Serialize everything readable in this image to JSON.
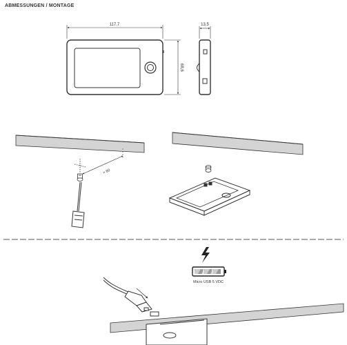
{
  "title": "ABMESSUNGEN / MONTAGE",
  "dimensions": {
    "width": "117,7",
    "height": "68,6",
    "depth": "13,5",
    "clearance": "> 60"
  },
  "power": {
    "label": "Micro USB 5 VDC"
  },
  "colors": {
    "line": "#333333",
    "ceiling_fill": "#d4d4d4",
    "separator": "#555555"
  }
}
